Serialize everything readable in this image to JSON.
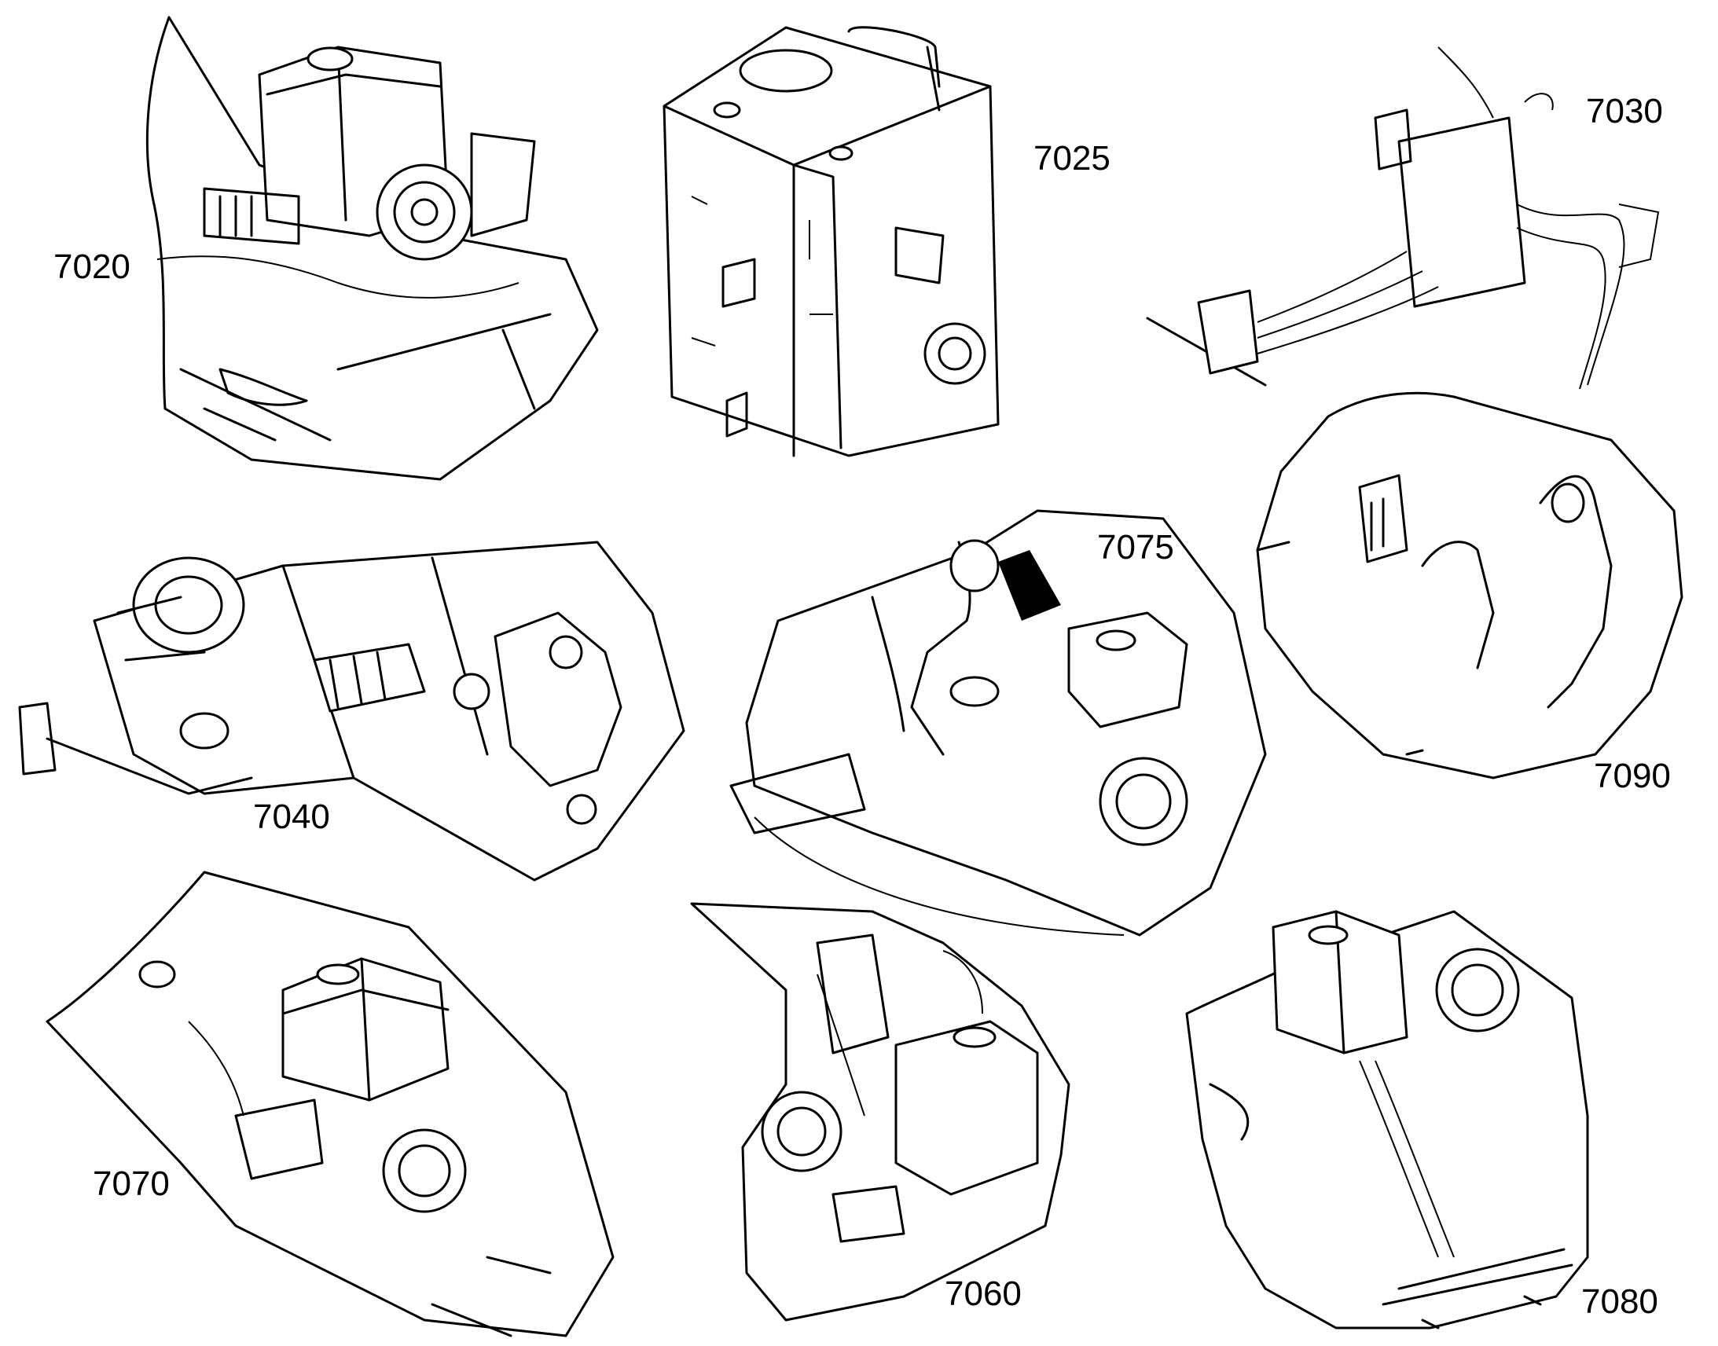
{
  "labels": {
    "l7020": "7020",
    "l7025": "7025",
    "l7030": "7030",
    "l7040": "7040",
    "l7075": "7075",
    "l7090": "7090",
    "l7070": "7070",
    "l7060": "7060",
    "l7080": "7080"
  },
  "colors": {
    "ink": "#000000",
    "paper": "#ffffff"
  }
}
